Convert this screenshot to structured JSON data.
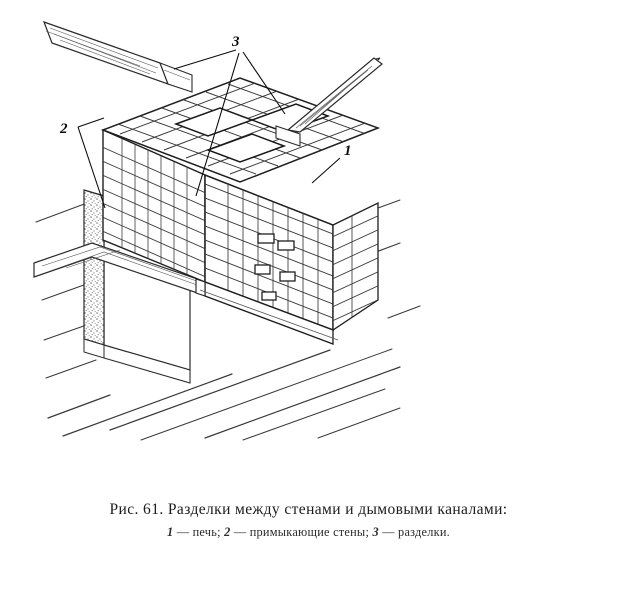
{
  "figure": {
    "number_label": "Рис. 61.",
    "title": "Разделки между стенами и дымовыми каналами:",
    "caption_full": "Рис. 61. Разделки между стенами и дымовыми каналами:",
    "legend_line": "1 — печь; 2 — примыкающие стены; 3 — разделки.",
    "legend": [
      {
        "key": "1",
        "dash": "—",
        "text": "печь;"
      },
      {
        "key": "2",
        "dash": "—",
        "text": "примыкающие стены;"
      },
      {
        "key": "3",
        "dash": "—",
        "text": "разделки."
      }
    ],
    "callouts": [
      {
        "id": "1",
        "label": "1"
      },
      {
        "id": "2",
        "label": "2"
      },
      {
        "id": "3",
        "label": "3"
      }
    ],
    "colors": {
      "ink": "#1a1a1a",
      "line": "#2b2b2b",
      "paper": "#ffffff",
      "hatch": "#6e6e6e",
      "stipple": "#8a8a8a",
      "shade": "#bdbdbd"
    }
  }
}
